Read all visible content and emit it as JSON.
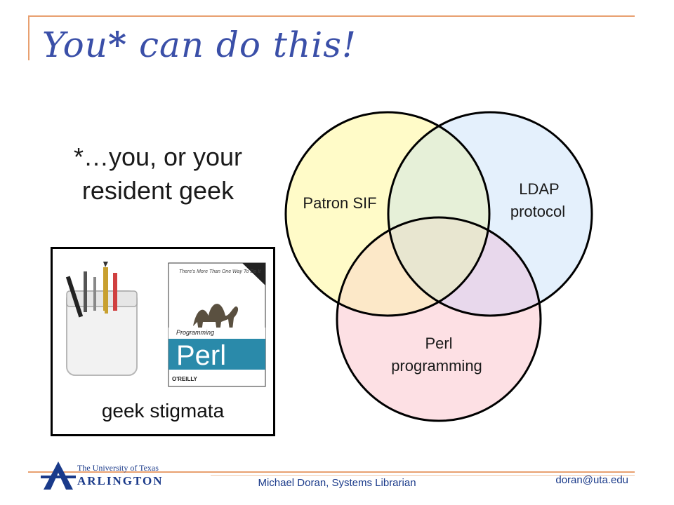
{
  "slide": {
    "title": "You",
    "title_star": "*",
    "title_rest": " can do this!",
    "subtitle_line1": "*…you, or your",
    "subtitle_line2": "resident geek",
    "caption": "geek stigmata",
    "footer_center": "Michael Doran, Systems Librarian",
    "footer_right": "doran@uta.edu",
    "logo_line1": "The University of Texas",
    "logo_line2": "ARLINGTON"
  },
  "venn": {
    "circles": [
      {
        "label": "Patron SIF",
        "color": "#fffbc8"
      },
      {
        "label_line1": "LDAP",
        "label_line2": "protocol",
        "color": "#e4f0fc"
      },
      {
        "label_line1": "Perl",
        "label_line2": "programming",
        "color": "#fde0e4"
      }
    ],
    "overlaps": {
      "top": "#e6f0d8",
      "left_bottom": "#fce8c8",
      "right_bottom": "#e8d8ec",
      "center": "#e8e6d0"
    }
  },
  "book": {
    "title_small": "Programming",
    "title_big": "Perl",
    "publisher": "O'REILLY"
  },
  "colors": {
    "title": "#3a4fa8",
    "frame": "#e8a070",
    "footer_text": "#1a3a8a"
  }
}
